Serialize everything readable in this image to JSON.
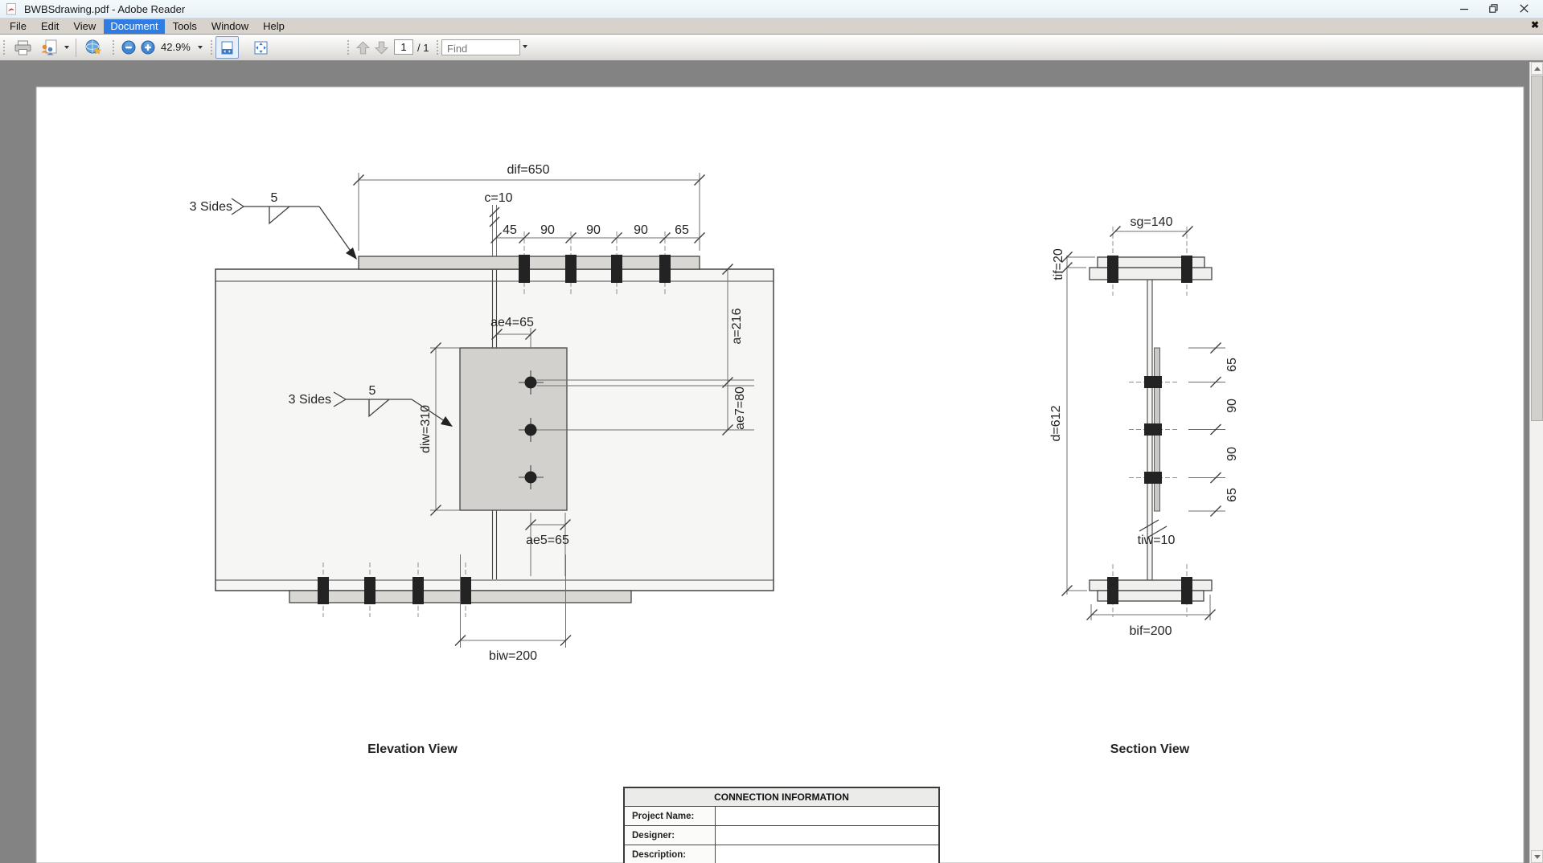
{
  "window": {
    "title": "BWBSdrawing.pdf - Adobe Reader"
  },
  "menu": {
    "items": [
      "File",
      "Edit",
      "View",
      "Document",
      "Tools",
      "Window",
      "Help"
    ]
  },
  "toolbar": {
    "zoom_level": "42.9%",
    "page_current": "1",
    "page_total": "/ 1",
    "find_placeholder": "Find"
  },
  "drawing": {
    "elevation": {
      "title": "Elevation View",
      "weld_top_label": "3 Sides",
      "weld_top_size": "5",
      "weld_side_label": "3 Sides",
      "weld_side_size": "5",
      "dif": "dif=650",
      "c": "c=10",
      "sp": [
        "45",
        "90",
        "90",
        "90",
        "65"
      ],
      "a": "a=216",
      "ae7": "ae7=80",
      "ae4": "ae4=65",
      "diw": "diw=310",
      "ae5": "ae5=65",
      "biw": "biw=200"
    },
    "section": {
      "title": "Section View",
      "sg": "sg=140",
      "tif": "tif=20",
      "d": "d=612",
      "right": [
        "65",
        "90",
        "90",
        "65"
      ],
      "tiw": "tiw=10",
      "bif": "bif=200"
    }
  },
  "table": {
    "header": "CONNECTION INFORMATION",
    "rows": [
      {
        "label": "Project Name:",
        "value": ""
      },
      {
        "label": "Designer:",
        "value": ""
      },
      {
        "label": "Description:",
        "value": ""
      }
    ]
  }
}
